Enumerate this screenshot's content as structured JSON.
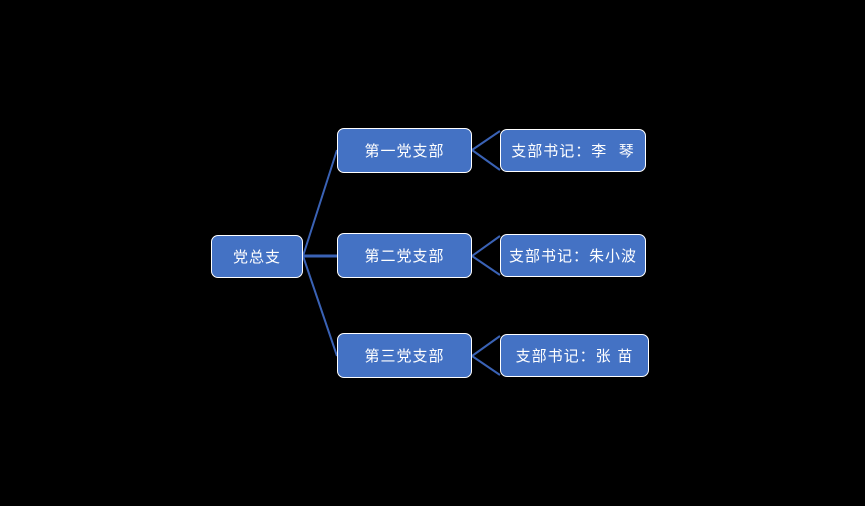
{
  "diagram": {
    "type": "organization-chart",
    "background_color": "#000000",
    "node_fill_color": "#4472C4",
    "node_border_color": "#FFFFFF",
    "node_text_color": "#FFFFFF",
    "connector_color": "#3A62B5",
    "root": {
      "id": "root",
      "label": "党总支"
    },
    "branches": [
      {
        "id": "branch-1",
        "label": "第一党支部",
        "leaf": {
          "id": "leaf-1",
          "label": "支部书记：李  琴"
        }
      },
      {
        "id": "branch-2",
        "label": "第二党支部",
        "leaf": {
          "id": "leaf-2",
          "label": "支部书记：朱小波"
        }
      },
      {
        "id": "branch-3",
        "label": "第三党支部",
        "leaf": {
          "id": "leaf-3",
          "label": "支部书记：张 苗"
        }
      }
    ]
  }
}
